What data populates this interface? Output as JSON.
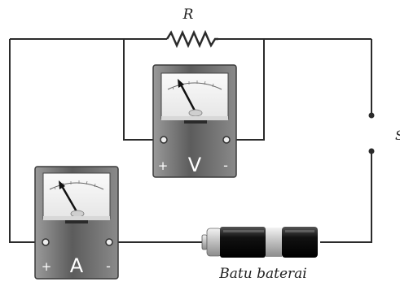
{
  "resistor": {
    "label": "R"
  },
  "switch": {
    "label": "S"
  },
  "voltmeter": {
    "symbol": "V",
    "plus": "+",
    "minus": "-"
  },
  "ammeter": {
    "symbol": "A",
    "plus": "+",
    "minus": "-"
  },
  "battery": {
    "label": "Batu baterai"
  },
  "colors": {
    "wire": "#2b2b2b",
    "meter_body": "#6d6d6d",
    "battery_band": "#1a1a1a"
  }
}
